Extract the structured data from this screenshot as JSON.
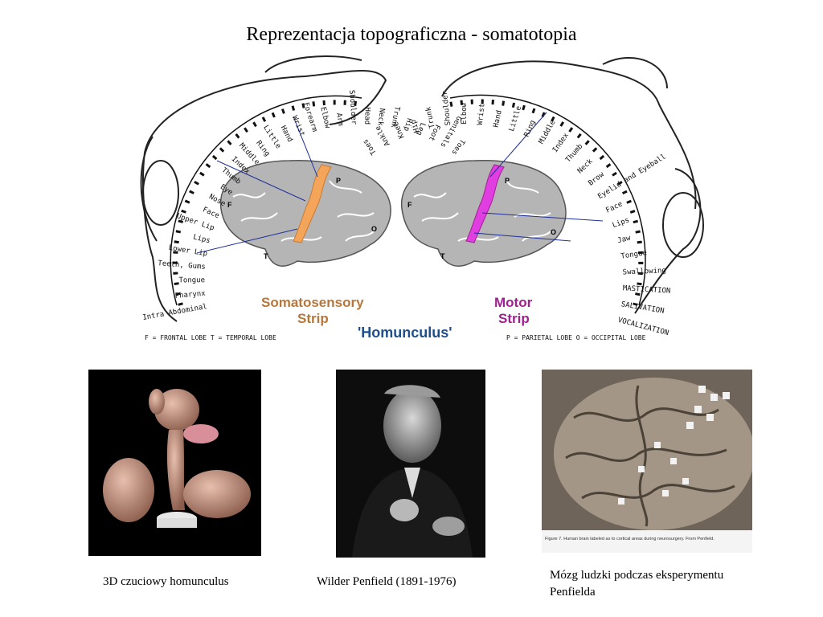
{
  "title": "Reprezentacja topograficzna - somatotopia",
  "diagram": {
    "somatosensory_parts": [
      "Toes",
      "Genitals",
      "Foot",
      "Leg",
      "Hip",
      "Trunk",
      "Neck",
      "Head",
      "Shoulder",
      "Arm",
      "Elbow",
      "Forearm",
      "Wrist",
      "Hand",
      "Little",
      "Ring",
      "Middle",
      "Index",
      "Thumb",
      "Eye",
      "Nose",
      "Face",
      "Upper Lip",
      "Lips",
      "Lower Lip",
      "Teeth, Gums",
      "Tongue",
      "Pharynx",
      "Intra Abdominal"
    ],
    "motor_parts": [
      "Toes",
      "Ankle",
      "Knee",
      "Hip",
      "Trunk",
      "Shoulder",
      "Elbow",
      "Wrist",
      "Hand",
      "Little",
      "Ring",
      "Middle",
      "Index",
      "Thumb",
      "Neck",
      "Brow",
      "Eyelid and Eyeball",
      "Face",
      "Lips",
      "Jaw",
      "Tongue",
      "Swallowing",
      "MASTICATION",
      "SALIVATION",
      "VOCALIZATION"
    ],
    "lobe_letters": [
      "F",
      "P",
      "T",
      "O"
    ],
    "somatosensory_label_line1": "Somatosensory",
    "somatosensory_label_line2": "Strip",
    "motor_label_line1": "Motor",
    "motor_label_line2": "Strip",
    "center_label": "'Homunculus'",
    "legend_left": "F = FRONTAL LOBE   T = TEMPORAL LOBE",
    "legend_right": "P = PARIETAL LOBE   O = OCCIPITAL LOBE",
    "colors": {
      "somatosensory_strip": "#f4a55a",
      "motor_strip": "#e03ee0",
      "somatosensory_label": "#b8773a",
      "motor_label": "#a0208f",
      "center_label": "#1f4e8c",
      "brain": "#b5b5b5",
      "pointer_line": "#1f2f9a"
    }
  },
  "photos": [
    {
      "icon": "homunculus-3d-model-photo"
    },
    {
      "icon": "penfield-portrait-photo"
    },
    {
      "icon": "labeled-brain-surgery-photo",
      "inner_caption": "Figure 7. Human brain labeled as to cortical areas during neurosurgery. From Penfield."
    }
  ],
  "captions": {
    "homunculus_3d": "3D czuciowy homunculus",
    "penfield": "Wilder Penfield (1891-1976)",
    "brain": "Mózg ludzki podczas eksperymentu Penfielda"
  }
}
